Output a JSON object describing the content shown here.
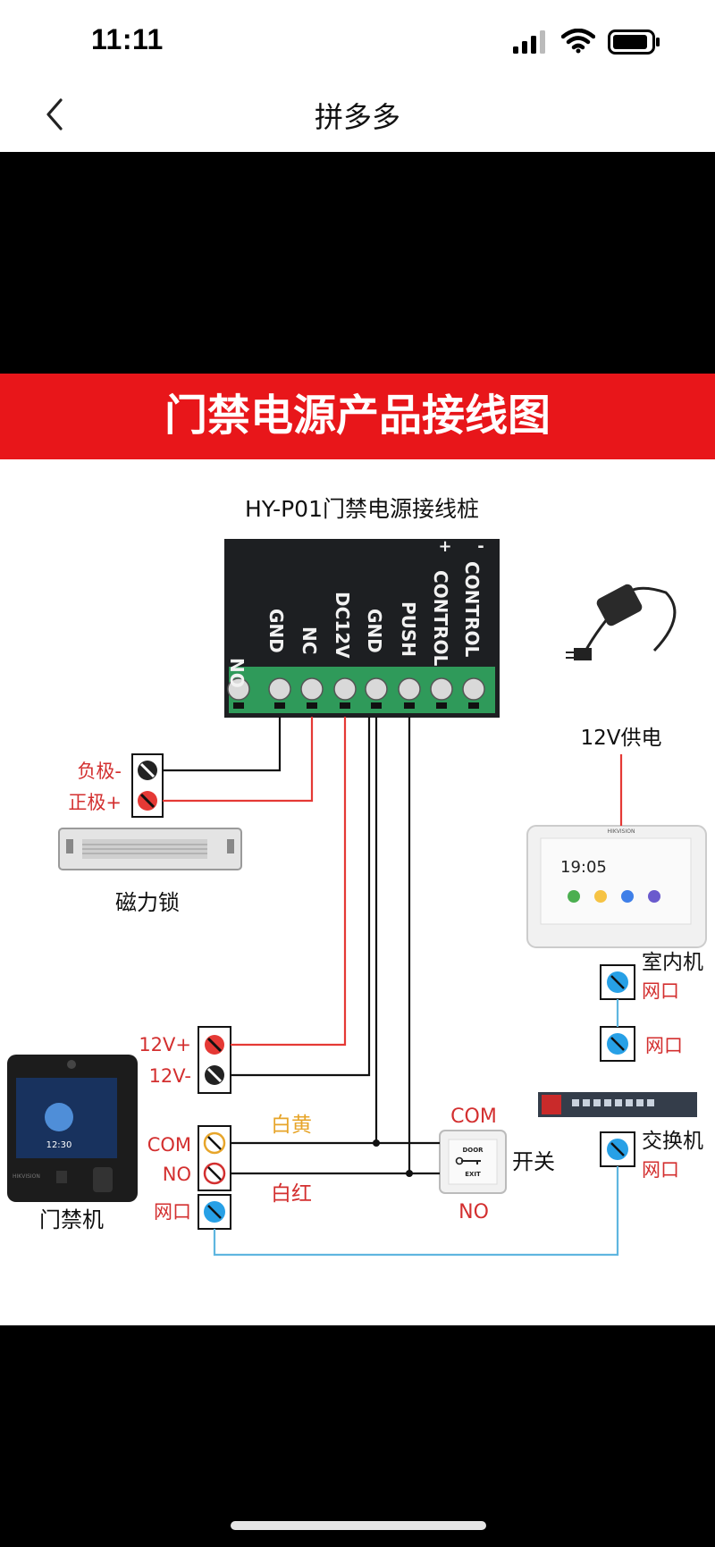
{
  "status_bar": {
    "time": "11:11"
  },
  "nav": {
    "title": "拼多多"
  },
  "diagram": {
    "banner_title": "门禁电源产品接线图",
    "board_title": "HY-P01门禁电源接线桩",
    "terminals": [
      "NO",
      "GND",
      "NC",
      "DC12V",
      "GND",
      "PUSH",
      "CONTROL",
      "CONTROL"
    ],
    "terminal_signs": [
      "+",
      "-"
    ],
    "power": "12V供电",
    "lock_terminals": {
      "negative": "负极-",
      "positive": "正极+"
    },
    "lock": "磁力锁",
    "indoor_unit": {
      "name": "室内机",
      "port": "网口",
      "screen_time": "19:05",
      "brand": "HIKVISION"
    },
    "switch_port": "网口",
    "network_switch": {
      "name": "交换机",
      "port": "网口"
    },
    "reader_power": {
      "plus": "12V+",
      "minus": "12V-"
    },
    "reader_signal": {
      "com": "COM",
      "no": "NO",
      "net": "网口"
    },
    "reader": {
      "name": "门禁机",
      "screen_time": "12:30",
      "brand": "HIKVISION"
    },
    "wire_labels": {
      "yellow": "白黄",
      "red": "白红"
    },
    "exit_button": {
      "com": "COM",
      "no": "NO",
      "name": "开关",
      "face_top": "DOOR",
      "face_bottom": "EXIT"
    }
  },
  "colors": {
    "banner": "#e8161a",
    "wire_red": "#e53935",
    "wire_blue": "#5fb6e0",
    "wire_yellow": "#e7a52a",
    "terminal_green": "#2f9a5a"
  }
}
